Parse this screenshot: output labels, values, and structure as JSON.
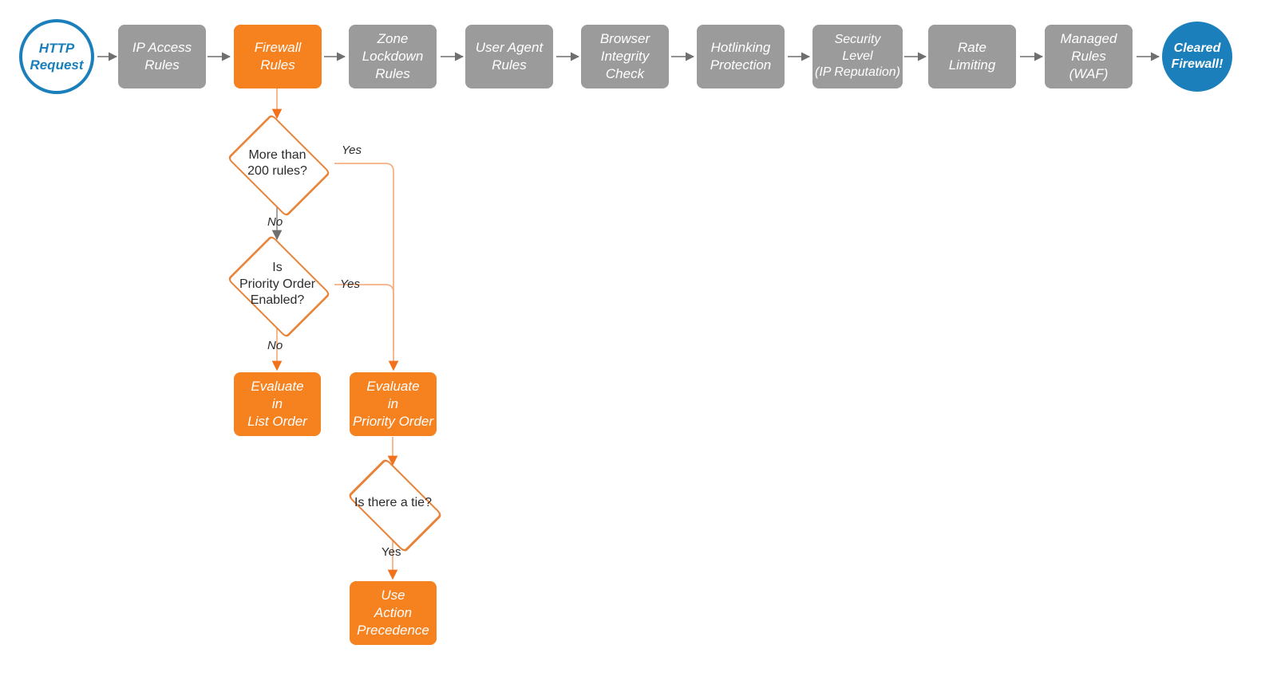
{
  "diagram": {
    "title": "Cloudflare Firewall Rules Evaluation Order",
    "colors": {
      "gray_fill": "#9b9b9b",
      "orange_fill": "#f5811f",
      "blue": "#1b7fbb",
      "diamond_stroke": "#e8833a",
      "gray_connector": "#8c8c8c",
      "orange_connector": "#f2a477",
      "text_light": "#ffffff",
      "text_dark": "#2b2b2b"
    },
    "pipeline": {
      "start": {
        "label": "HTTP\nRequest",
        "shape": "circle-open"
      },
      "steps": [
        {
          "label": "IP Access\nRules",
          "shape": "box",
          "highlight": false
        },
        {
          "label": "Firewall\nRules",
          "shape": "box",
          "highlight": true
        },
        {
          "label": "Zone\nLockdown\nRules",
          "shape": "box",
          "highlight": false
        },
        {
          "label": "User Agent\nRules",
          "shape": "box",
          "highlight": false
        },
        {
          "label": "Browser\nIntegrity\nCheck",
          "shape": "box",
          "highlight": false
        },
        {
          "label": "Hotlinking\nProtection",
          "shape": "box",
          "highlight": false
        },
        {
          "label": "Security\nLevel\n(IP Reputation)",
          "shape": "box",
          "highlight": false
        },
        {
          "label": "Rate\nLimiting",
          "shape": "box",
          "highlight": false
        },
        {
          "label": "Managed\nRules\n(WAF)",
          "shape": "box",
          "highlight": false
        }
      ],
      "end": {
        "label": "Cleared\nFirewall!",
        "shape": "circle-filled"
      }
    },
    "decisions": [
      {
        "id": "more-than-200-rules",
        "label": "More than\n200 rules?"
      },
      {
        "id": "is-priority-order-enabled",
        "label": "Is\nPriority Order\nEnabled?"
      },
      {
        "id": "is-there-a-tie",
        "label": "Is there a tie?"
      }
    ],
    "outcomes": [
      {
        "id": "evaluate-in-list-order",
        "label": "Evaluate\nin\nList Order"
      },
      {
        "id": "evaluate-in-priority-order",
        "label": "Evaluate\nin\nPriority Order"
      },
      {
        "id": "use-action-precedence",
        "label": "Use\nAction\nPrecedence"
      }
    ],
    "edge_labels": {
      "more_than_200_yes": "Yes",
      "more_than_200_no": "No",
      "priority_order_yes": "Yes",
      "priority_order_no": "No",
      "tie_yes": "Yes"
    }
  }
}
